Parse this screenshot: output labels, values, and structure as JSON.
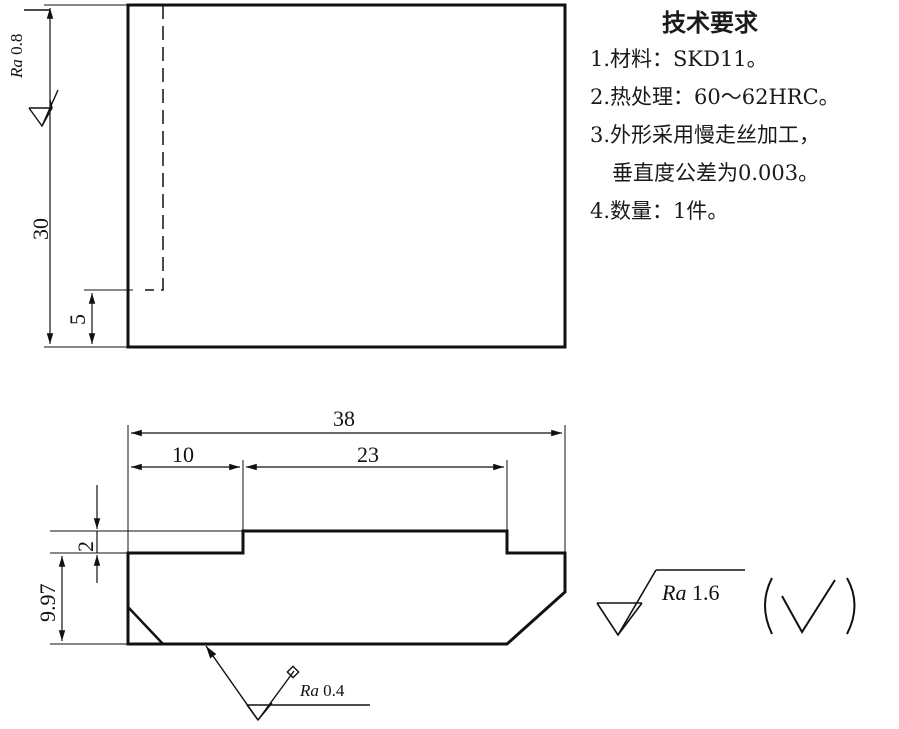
{
  "technical_requirements": {
    "title": "技术要求",
    "items": [
      "1.材料：SKD11。",
      "2.热处理：60～62HRC。",
      "3.外形采用慢走丝加工，",
      "垂直度公差为0.003。",
      "4.数量：1件。"
    ]
  },
  "top_view": {
    "dim_height": "30",
    "dim_offset": "5",
    "roughness": {
      "symbol": "Ra",
      "value": "0.8"
    }
  },
  "front_view": {
    "dim_total_width": "38",
    "dim_left_width": "10",
    "dim_step_width": "23",
    "dim_step_height": "2",
    "dim_height": "9.97",
    "roughness": {
      "symbol": "Ra",
      "value": "0.4"
    }
  },
  "general_roughness": {
    "symbol": "Ra",
    "value": "1.6",
    "note_symbol": "(√)"
  },
  "colors": {
    "line": "#111111",
    "background": "#ffffff"
  }
}
